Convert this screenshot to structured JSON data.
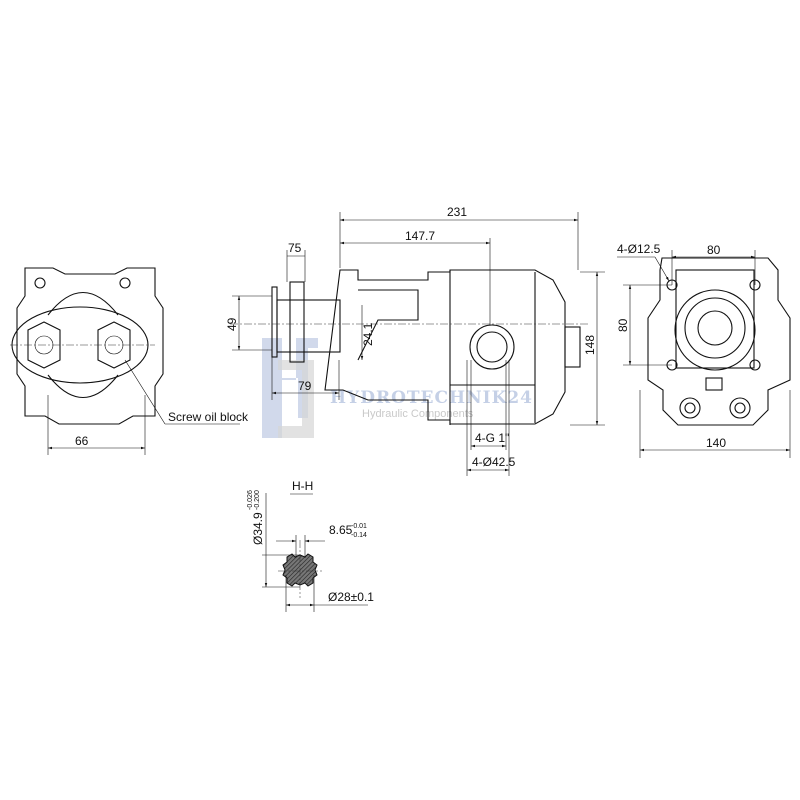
{
  "watermark": {
    "brand": "HYDROTECHNIK24",
    "tagline": "Hydraulic Components",
    "logo_letters": "HJ"
  },
  "front_view": {
    "width_dim": "66",
    "callout": "Screw oil block"
  },
  "side_view": {
    "overall_length": "231",
    "flange_to_port": "147.7",
    "shaft_length": "75",
    "shaft_height": "49",
    "shaft_offset": "24.1",
    "shaft_to_flange": "79",
    "height": "148",
    "port_thread": "4-G 1\"",
    "port_spot_face": "4-Ø42.5"
  },
  "rear_view": {
    "bolt_holes": "4-Ø12.5",
    "bolt_spacing_h": "80",
    "bolt_spacing_v": "80",
    "width": "140"
  },
  "section": {
    "title": "H-H",
    "outer_dia": "Ø34.9",
    "outer_tol_upper": "-0.026",
    "outer_tol_lower": "-0.200",
    "key_width": "8.65",
    "key_tol_upper": "-0.01",
    "key_tol_lower": "-0.14",
    "inner_dia": "Ø28±0.1"
  }
}
